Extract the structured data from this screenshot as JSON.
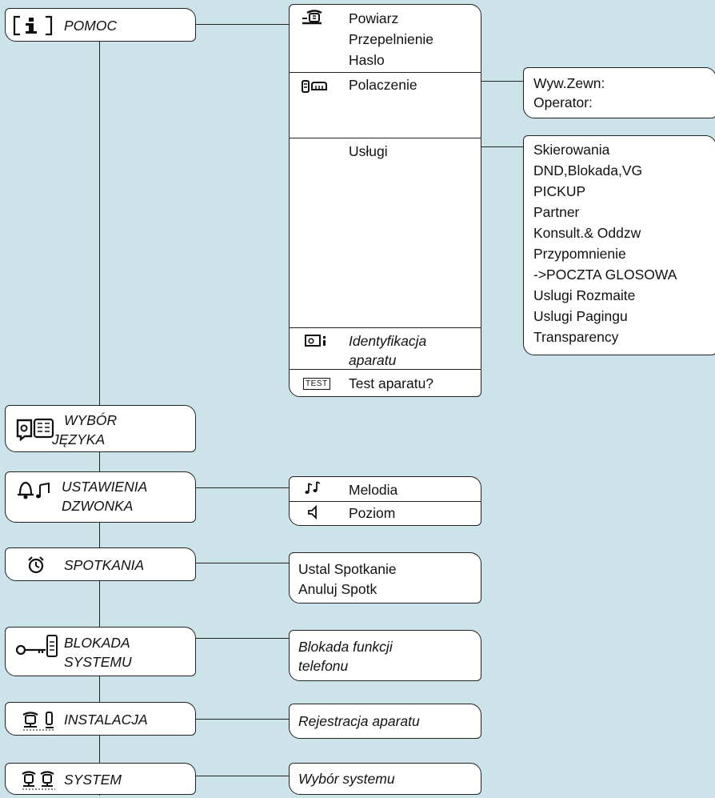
{
  "menu": {
    "pomoc": "POMOC",
    "wybor_jezyka": [
      "WYBÓR",
      "JĘZYKA"
    ],
    "ustawienia": [
      "USTAWIENIA",
      "DZWONKA"
    ],
    "spotkania": "SPOTKANIA",
    "blokada": [
      "BLOKADA",
      "SYSTEMU"
    ],
    "instalacja": "INSTALACJA",
    "system": "SYSTEM"
  },
  "pomoc_sub": {
    "group1": [
      "Powiarz",
      "Przepelnienie",
      "Haslo"
    ],
    "polaczenie": "Polaczenie",
    "uslugi": "Usługi",
    "identyfikacja": [
      "Identyfikacja",
      "aparatu"
    ],
    "test": "Test aparatu?",
    "test_icon_label": "TEST"
  },
  "polaczenie_opts": [
    "Wyw.Zewn:",
    "Operator:"
  ],
  "uslugi_opts": [
    "Skierowania",
    "DND,Blokada,VG",
    "PICKUP",
    "Partner",
    "Konsult.& Oddzw",
    "Przypomnienie",
    "->POCZTA GLOSOWA",
    "Uslugi Rozmaite",
    "Uslugi Pagingu",
    "Transparency"
  ],
  "dzwonek_opts": [
    "Melodia",
    "Poziom"
  ],
  "spotkania_opts": [
    "Ustal Spotkanie",
    "Anuluj Spotk"
  ],
  "blokada_opt": [
    "Blokada funkcji",
    "telefonu"
  ],
  "instalacja_opt": "Rejestracja aparatu",
  "system_opt": "Wybór systemu",
  "icons": {
    "pomoc": "info-icon",
    "powiarz": "phone-icon",
    "polaczenie": "handset-icon",
    "identyfikacja": "id-card-icon",
    "test": "test-icon",
    "jezyk": "language-icon",
    "dzwonek": "bell-music-icon",
    "spotkania": "alarm-clock-icon",
    "blokada": "key-lock-icon",
    "instalacja": "base-handset-icon",
    "system": "base-stations-icon",
    "melodia": "music-notes-icon",
    "poziom": "speaker-icon"
  }
}
